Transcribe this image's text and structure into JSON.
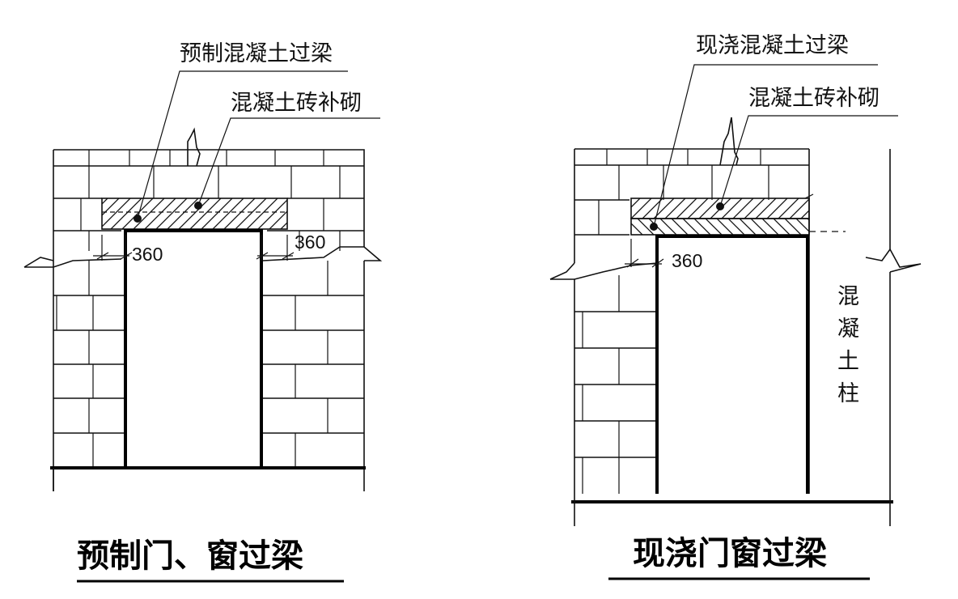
{
  "left_diagram": {
    "beam_label": "预制混凝土过梁",
    "infill_label": "混凝土砖补砌",
    "dim_left": "360",
    "dim_right": "360",
    "caption": "预制门、窗过梁"
  },
  "right_diagram": {
    "beam_label": "现浇混凝土过梁",
    "infill_label": "混凝土砖补砌",
    "dim_left": "360",
    "column_label_chars": [
      "混",
      "凝",
      "土",
      "柱"
    ],
    "caption": "现浇门窗过梁"
  },
  "colors": {
    "line": "#111111",
    "background": "#ffffff"
  }
}
